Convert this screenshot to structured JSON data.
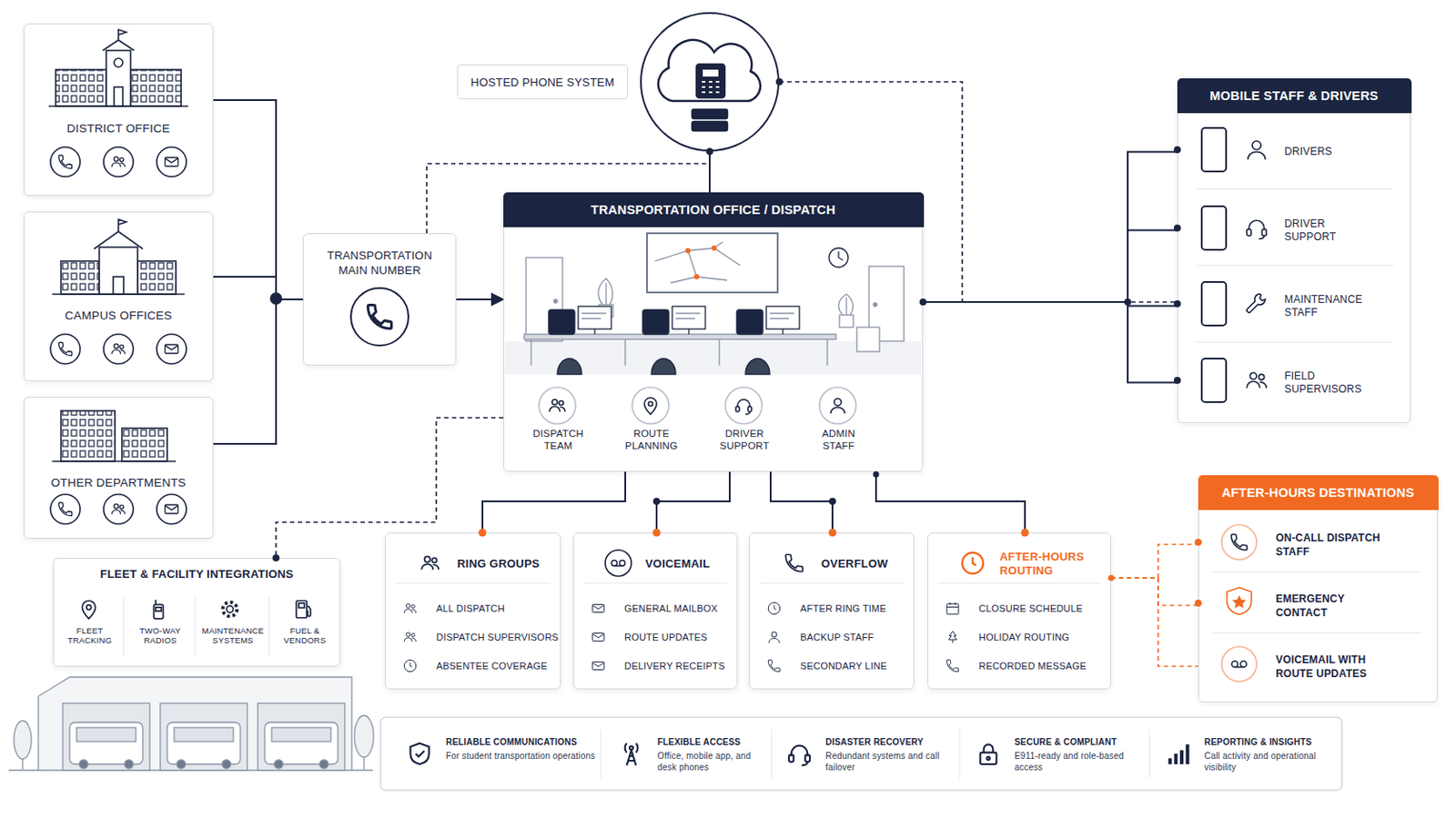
{
  "diagram": {
    "nodes": [
      {
        "text": [
          "DISTRICT OFFICE"
        ]
      },
      {
        "text": [
          "CAMPUS OFFICES"
        ]
      },
      {
        "text": [
          "OTHER DEPARTMENTS"
        ]
      },
      {
        "text": [
          "HOSTED PHONE SYSTEM"
        ]
      },
      {
        "text": [
          "TRANSPORTATION MAIN NUMBER"
        ]
      },
      {
        "text": [
          "TRANSPORTATION OFFICE / DISPATCH"
        ]
      },
      {
        "text": [
          "DISPATCH TEAM"
        ],
        "in": 5
      },
      {
        "text": [
          "ROUTE PLANNING"
        ],
        "in": 5
      },
      {
        "text": [
          "DRIVER SUPPORT"
        ],
        "in": 5
      },
      {
        "text": [
          "ADMIN STAFF"
        ],
        "in": 5
      },
      {
        "text": [
          "MOBILE STAFF & DRIVERS"
        ]
      },
      {
        "text": [
          "DRIVERS"
        ],
        "in": 10
      },
      {
        "text": [
          "DRIVER SUPPORT"
        ],
        "in": 10
      },
      {
        "text": [
          "MAINTENANCE STAFF"
        ],
        "in": 10
      },
      {
        "text": [
          "FIELD SUPERVISORS"
        ],
        "in": 10
      },
      {
        "text": [
          "FLEET & FACILITY INTEGRATIONS"
        ]
      },
      {
        "text": [
          "FLEET TRACKING"
        ],
        "in": 15
      },
      {
        "text": [
          "TWO-WAY RADIOS"
        ],
        "in": 15
      },
      {
        "text": [
          "MAINTENANCE SYSTEMS"
        ],
        "in": 15
      },
      {
        "text": [
          "FUEL & VENDORS"
        ],
        "in": 15
      },
      {
        "text": [
          "RING GROUPS",
          "ALL DISPATCH",
          "DISPATCH SUPERVISORS",
          "ABSENTEE COVERAGE"
        ]
      },
      {
        "text": [
          "VOICEMAIL",
          "GENERAL MAILBOX",
          "ROUTE UPDATES",
          "DELIVERY RECEIPTS"
        ]
      },
      {
        "text": [
          "OVERFLOW",
          "AFTER RING TIME",
          "BACKUP STAFF",
          "SECONDARY LINE"
        ]
      },
      {
        "text": [
          "AFTER-HOURS ROUTING",
          "CLOSURE SCHEDULE",
          "HOLIDAY ROUTING",
          "RECORDED MESSAGE"
        ]
      },
      {
        "text": [
          "AFTER-HOURS DESTINATIONS"
        ]
      },
      {
        "text": [
          "ON-CALL DISPATCH STAFF"
        ],
        "in": 24
      },
      {
        "text": [
          "EMERGENCY CONTACT"
        ],
        "in": 24
      },
      {
        "text": [
          "VOICEMAIL WITH ROUTE UPDATES"
        ],
        "in": 24
      },
      {
        "text": [
          "RELIABLE COMMUNICATIONS",
          "For student transportation operations"
        ]
      },
      {
        "text": [
          "FLEXIBLE ACCESS",
          "Office, mobile app, and desk phones"
        ]
      },
      {
        "text": [
          "DISASTER RECOVERY",
          "Redundant systems and call failover"
        ]
      },
      {
        "text": [
          "SECURE & COMPLIANT",
          "E911-ready and role-based access"
        ]
      },
      {
        "text": [
          "REPORTING & INSIGHTS",
          "Call activity and operational visibility"
        ]
      }
    ],
    "edges": [
      {
        "from": 0,
        "to": 4,
        "arrow": "none"
      },
      {
        "from": 1,
        "to": 4,
        "arrow": "none"
      },
      {
        "from": 2,
        "to": 4,
        "arrow": "none"
      },
      {
        "from": 4,
        "to": 5,
        "arrow": "to"
      },
      {
        "from": 4,
        "to": 3,
        "arrow": "none"
      },
      {
        "from": 3,
        "to": 5,
        "arrow": "none"
      },
      {
        "from": 3,
        "to": 10,
        "arrow": "none"
      },
      {
        "from": 5,
        "to": 15,
        "arrow": "none"
      },
      {
        "from": 5,
        "to": 11,
        "arrow": "none"
      },
      {
        "from": 5,
        "to": 12,
        "arrow": "none"
      },
      {
        "from": 5,
        "to": 13,
        "arrow": "none"
      },
      {
        "from": 5,
        "to": 14,
        "arrow": "none"
      },
      {
        "from": 5,
        "to": 20,
        "arrow": "none"
      },
      {
        "from": 5,
        "to": 21,
        "arrow": "none"
      },
      {
        "from": 5,
        "to": 22,
        "arrow": "none"
      },
      {
        "from": 5,
        "to": 23,
        "arrow": "none"
      },
      {
        "from": 23,
        "to": 25,
        "arrow": "none"
      },
      {
        "from": 23,
        "to": 26,
        "arrow": "none"
      },
      {
        "from": 23,
        "to": 27,
        "arrow": "none"
      }
    ]
  }
}
